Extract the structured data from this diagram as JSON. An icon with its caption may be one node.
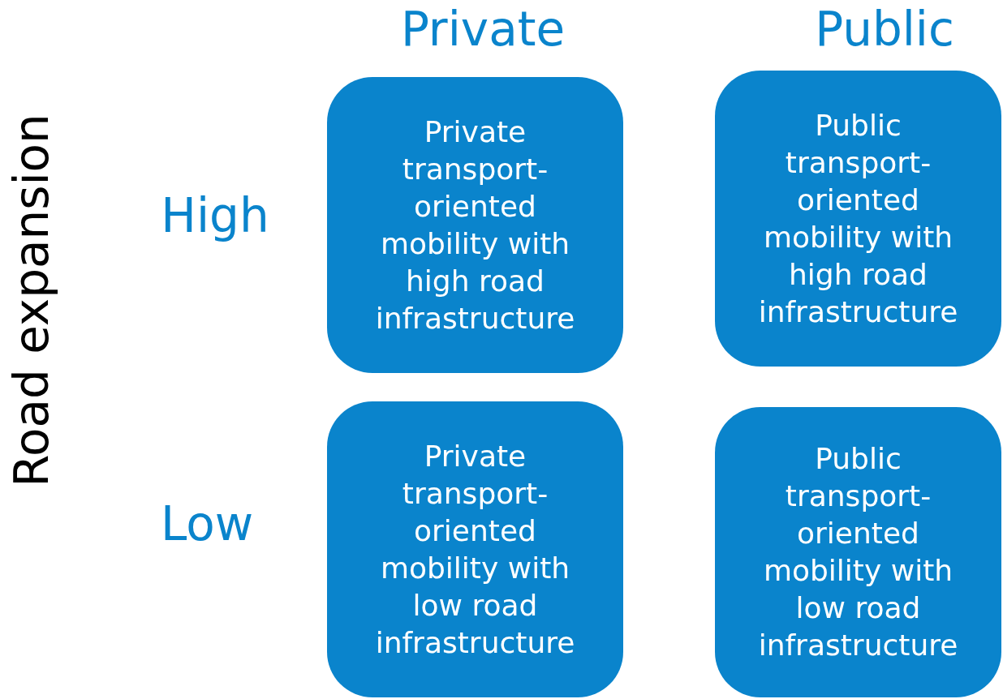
{
  "diagram": {
    "nodes": [
      {
        "text": [
          "Private transport-oriented mobility with high road infrastructure"
        ]
      },
      {
        "text": [
          "Public transport-oriented mobility with high road infrastructure"
        ]
      },
      {
        "text": [
          "Private transport-oriented mobility with low road infrastructure"
        ]
      },
      {
        "text": [
          "Public transport-oriented mobility with low road infrastructure"
        ]
      }
    ],
    "labels": [
      "Private",
      "Public",
      "Road expansion",
      "High",
      "Low"
    ]
  }
}
